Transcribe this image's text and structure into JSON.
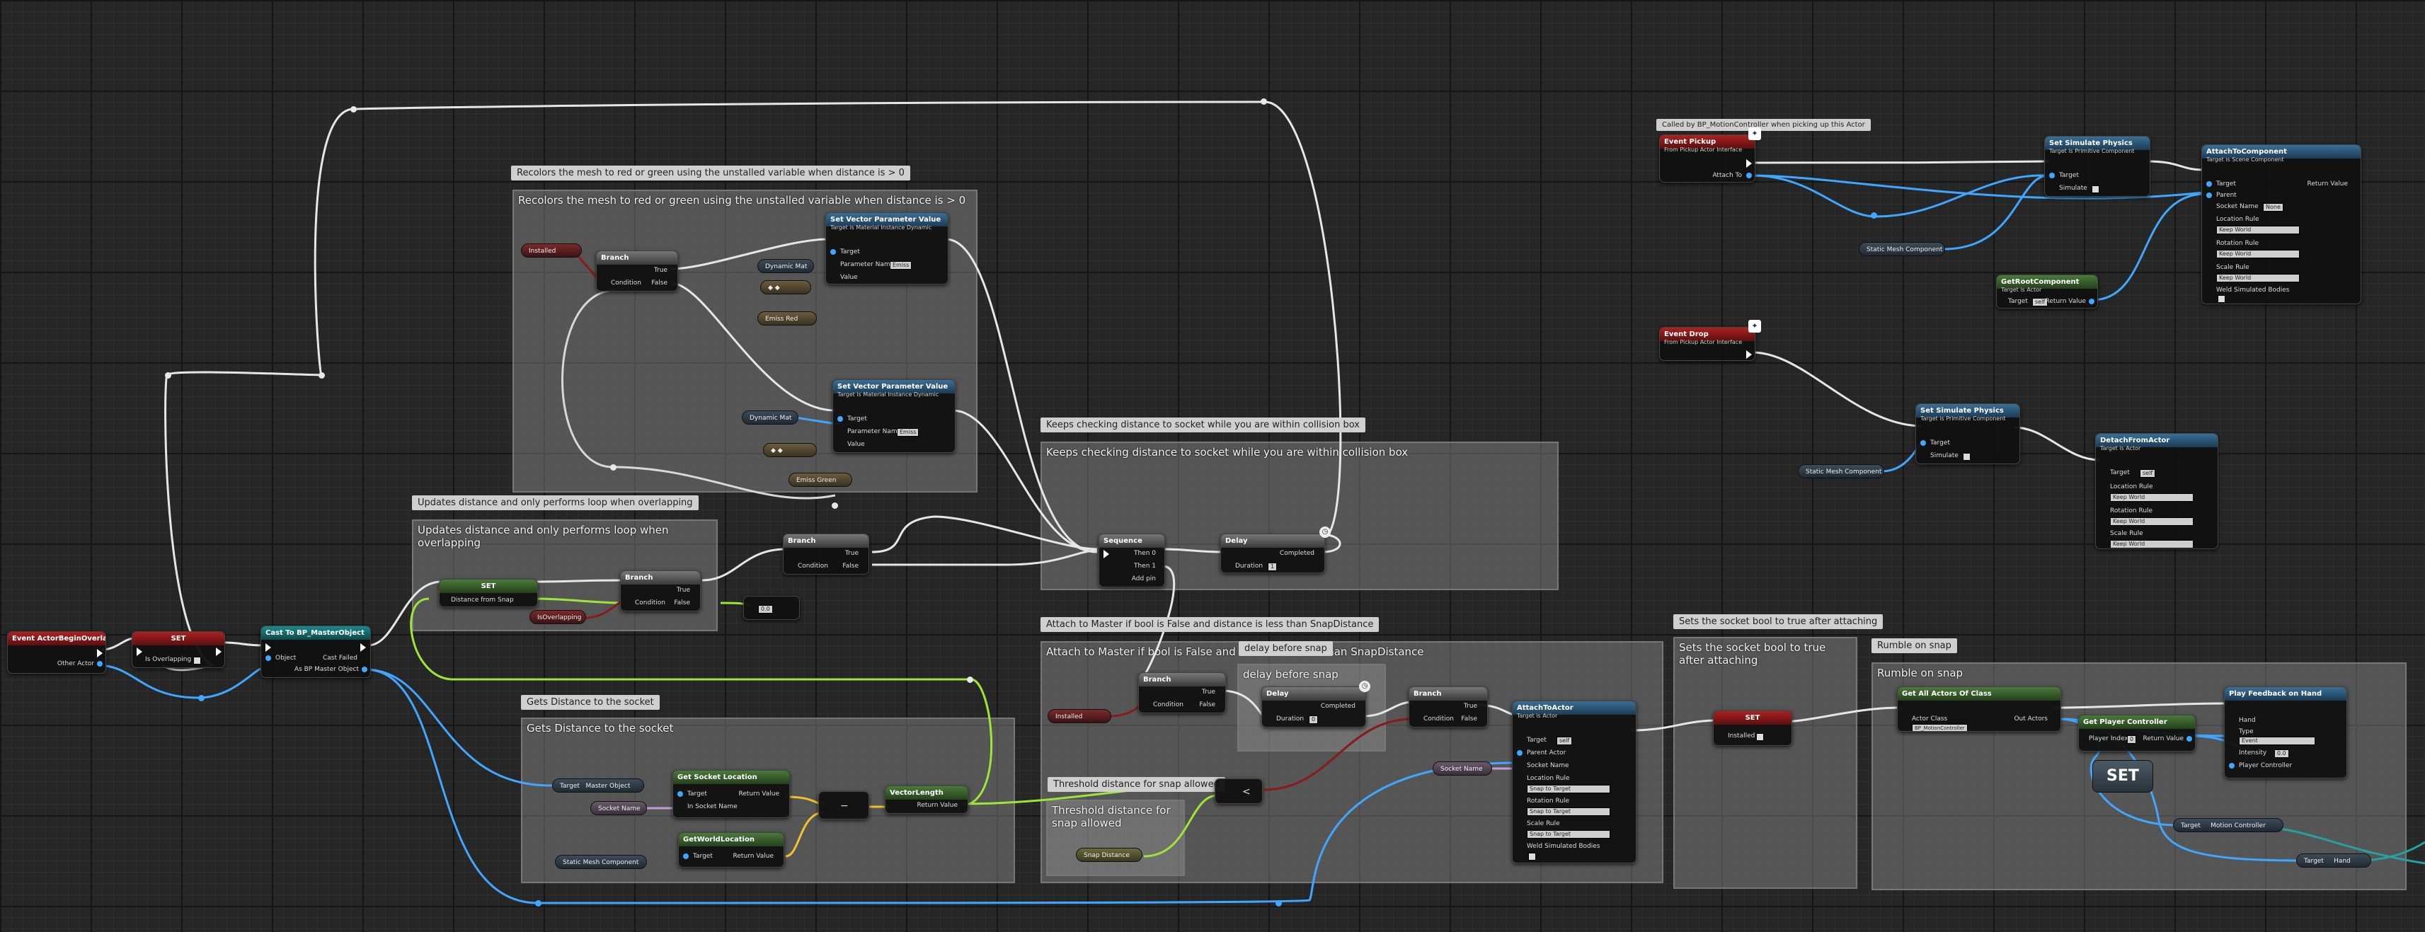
{
  "comments": {
    "recolor": "Recolors the mesh to red or green using the unstalled variable when distance is > 0",
    "keeps": "Keeps checking distance to socket while you are within collision box",
    "updates": "Updates distance and only performs loop when overlapping",
    "gets": "Gets Distance to the socket",
    "attach": "Attach to Master if bool is False and distance is less than SnapDistance",
    "delay": "delay before snap",
    "threshold": "Threshold distance for snap allowed",
    "socket_bool": "Sets the socket bool to true after attaching",
    "rumble": "Rumble on snap",
    "pickup_bubble": "Called by BP_MotionController when picking up this Actor"
  },
  "nodes": {
    "begin_overlap": {
      "title": "Event ActorBeginOverlap",
      "other_actor": "Other Actor"
    },
    "set_overlap": {
      "title": "SET",
      "pin": "Is Overlapping"
    },
    "cast": {
      "title": "Cast To BP_MasterObject",
      "object": "Object",
      "cast_failed": "Cast Failed",
      "as": "As BP Master Object"
    },
    "set_dist": {
      "title": "SET",
      "pin": "Distance from Snap"
    },
    "is_overlapping": "IsOverlapping",
    "branch1": {
      "title": "Branch",
      "true": "True",
      "false": "False",
      "condition": "Condition"
    },
    "installed1": "Installed",
    "branch2": {
      "title": "Branch",
      "true": "True",
      "false": "False",
      "condition": "Condition"
    },
    "svp1": {
      "title": "Set Vector Parameter Value",
      "sub": "Target is Material Instance Dynamic",
      "target": "Target",
      "param": "Parameter Name",
      "param_val": "Emiss",
      "value": "Value"
    },
    "dynamic_mat1": "Dynamic Mat",
    "emiss_red": "Emiss Red",
    "svp2": {
      "title": "Set Vector Parameter Value",
      "sub": "Target is Material Instance Dynamic",
      "target": "Target",
      "param": "Parameter Name",
      "param_val": "Emiss",
      "value": "Value"
    },
    "dynamic_mat2": "Dynamic Mat",
    "emiss_green": "Emiss Green",
    "branch3": {
      "title": "Branch",
      "true": "True",
      "false": "False",
      "condition": "Condition"
    },
    "compare_val": "0.0",
    "sequence": {
      "title": "Sequence",
      "then0": "Then 0",
      "then1": "Then 1",
      "add": "Add pin"
    },
    "delay1": {
      "title": "Delay",
      "completed": "Completed",
      "duration": "Duration",
      "dur_val": "1"
    },
    "target_pill": "Target",
    "master_object": "Master Object",
    "socket_name1": "Socket Name",
    "static_mesh1": "Static Mesh Component",
    "get_socket_loc": {
      "title": "Get Socket Location",
      "target": "Target",
      "in_socket": "In Socket Name",
      "ret": "Return Value"
    },
    "get_world_loc": {
      "title": "GetWorldLocation",
      "target": "Target",
      "ret": "Return Value"
    },
    "vector_length": {
      "title": "VectorLength",
      "ret": "Return Value"
    },
    "installed2": "Installed",
    "branch4": {
      "title": "Branch",
      "true": "True",
      "false": "False",
      "condition": "Condition"
    },
    "delay2": {
      "title": "Delay",
      "completed": "Completed",
      "duration": "Duration",
      "dur_val": "0"
    },
    "branch5": {
      "title": "Branch",
      "true": "True",
      "false": "False",
      "condition": "Condition"
    },
    "socket_name2": "Socket Name",
    "snap_distance": "Snap Distance",
    "attach_actor": {
      "title": "AttachToActor",
      "sub": "Target is Actor",
      "target": "Target",
      "target_val": "self",
      "parent": "Parent Actor",
      "socket": "Socket Name",
      "loc_rule": "Location Rule",
      "loc_val": "Snap to Target",
      "rot_rule": "Rotation Rule",
      "rot_val": "Snap to Target",
      "scale_rule": "Scale Rule",
      "scale_val": "Snap to Target",
      "weld": "Weld Simulated Bodies"
    },
    "set_installed": {
      "title": "SET",
      "pin": "Installed"
    },
    "get_all_actors": {
      "title": "Get All Actors Of Class",
      "actor_class": "Actor Class",
      "class_val": "BP_MotionController",
      "out": "Out Actors"
    },
    "play_feedback": {
      "title": "Play Feedback on Hand",
      "hand": "Hand",
      "type": "Type",
      "type_val": "Event",
      "intensity": "Intensity",
      "intensity_val": "0.0",
      "player_ctrl": "Player Controller"
    },
    "get_player_ctrl": {
      "title": "Get Player Controller",
      "index": "Player Index",
      "index_val": "0",
      "ret": "Return Value"
    },
    "big_set": "SET",
    "motion_ctrl": {
      "target": "Target",
      "label": "Motion Controller"
    },
    "hand_pill": {
      "target": "Target",
      "label": "Hand"
    },
    "event_pickup": {
      "title": "Event Pickup",
      "sub": "From Pickup Actor Interface",
      "attach_to": "Attach To"
    },
    "set_sim1": {
      "title": "Set Simulate Physics",
      "sub": "Target is Primitive Component",
      "target": "Target",
      "simulate": "Simulate"
    },
    "attach_comp": {
      "title": "AttachToComponent",
      "sub": "Target is Scene Component",
      "target": "Target",
      "parent": "Parent",
      "socket": "Socket Name",
      "socket_val": "None",
      "ret": "Return Value",
      "loc_rule": "Location Rule",
      "loc_val": "Keep World",
      "rot_rule": "Rotation Rule",
      "rot_val": "Keep World",
      "scale_rule": "Scale Rule",
      "scale_val": "Keep World",
      "weld": "Weld Simulated Bodies"
    },
    "static_mesh2": "Static Mesh Component",
    "get_root": {
      "title": "GetRootComponent",
      "sub": "Target is Actor",
      "target": "Target",
      "target_val": "self",
      "ret": "Return Value"
    },
    "event_drop": {
      "title": "Event Drop",
      "sub": "From Pickup Actor Interface"
    },
    "set_sim2": {
      "title": "Set Simulate Physics",
      "sub": "Target is Primitive Component",
      "target": "Target",
      "simulate": "Simulate"
    },
    "static_mesh3": "Static Mesh Component",
    "detach": {
      "title": "DetachFromActor",
      "sub": "Target is Actor",
      "target": "Target",
      "target_val": "self",
      "loc_rule": "Location Rule",
      "loc_val": "Keep World",
      "rot_rule": "Rotation Rule",
      "rot_val": "Keep World",
      "scale_rule": "Scale Rule",
      "scale_val": "Keep World"
    }
  },
  "colors": {
    "exec": "#ffffff",
    "object": "#3fa7ff",
    "bool": "#8a0f0f",
    "float": "#9ce63a",
    "vector": "#f2c12e",
    "name": "#c79bd6"
  }
}
